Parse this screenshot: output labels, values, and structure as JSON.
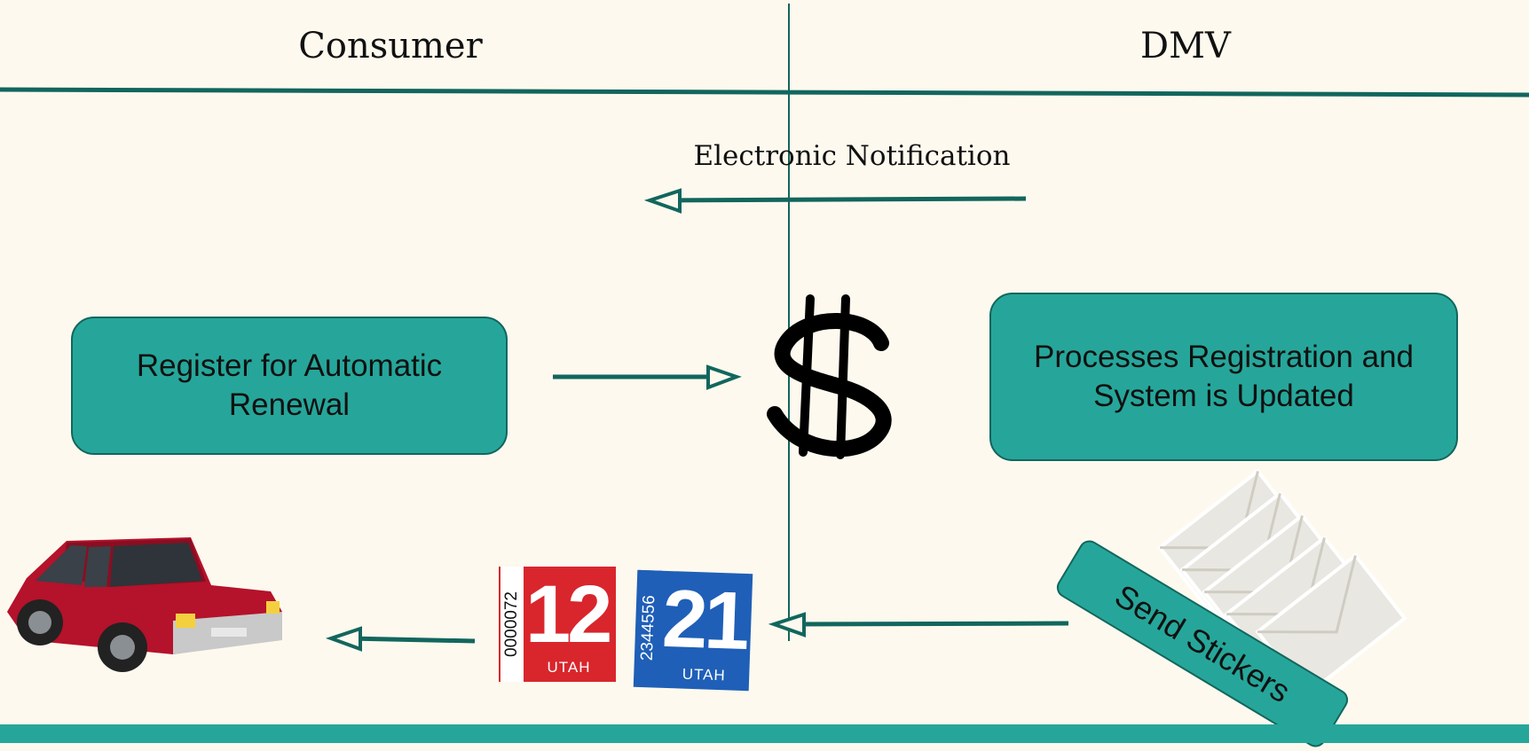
{
  "lanes": {
    "consumer": "Consumer",
    "dmv": "DMV"
  },
  "notification_label": "Electronic Notification",
  "steps": {
    "register": "Register for Automatic Renewal",
    "process": "Processes Registration and System is Updated",
    "send": "Send Stickers"
  },
  "payment_symbol": "$",
  "stickers": [
    {
      "number": "12",
      "serial": "0000072",
      "state": "UTAH",
      "color": "#d8262c"
    },
    {
      "number": "21",
      "serial": "2344556",
      "state": "UTAH",
      "color": "#1f5fb8"
    }
  ],
  "colors": {
    "accent": "#26a69a",
    "line": "#12665d",
    "background": "#fdf9ee"
  },
  "icons": {
    "car": "red-car-icon",
    "envelopes": "envelope-stack-icon",
    "payment": "dollar-sign-icon"
  }
}
